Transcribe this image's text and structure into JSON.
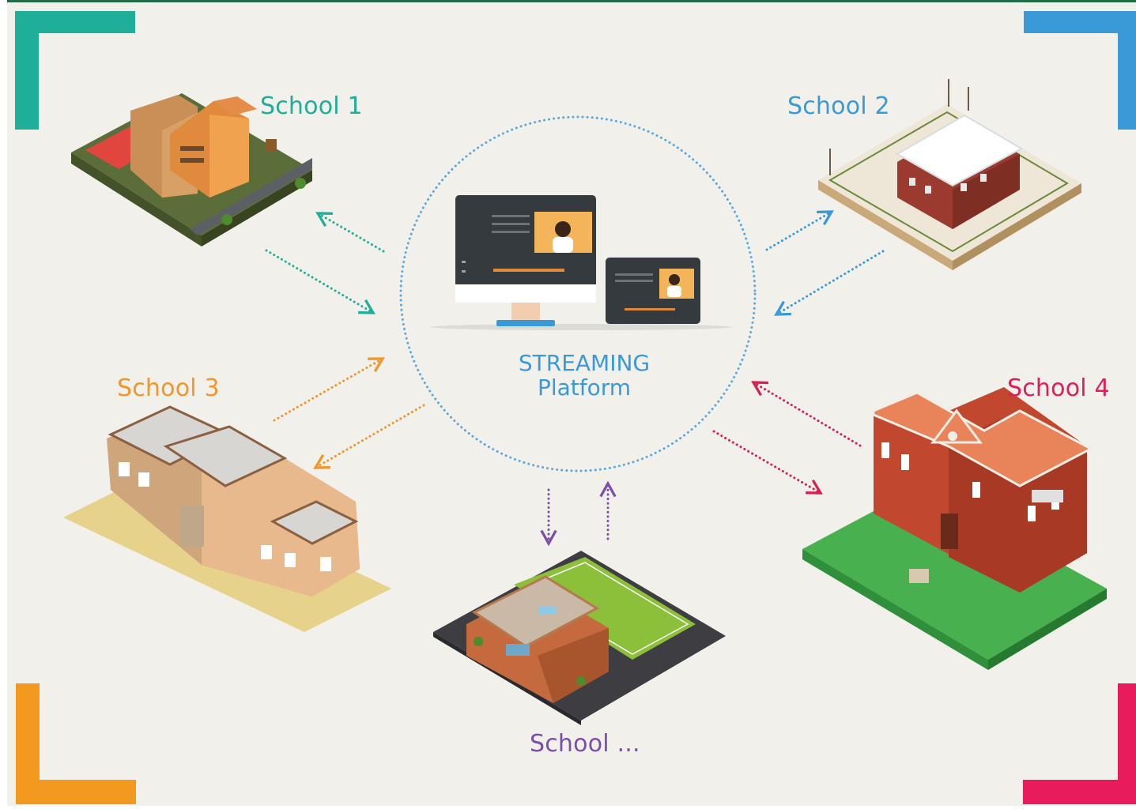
{
  "colors": {
    "background": "#f1f0ea",
    "top_bar": "#1f6b45",
    "school1": "#1fae98",
    "school2": "#3a9ad8",
    "school3": "#f0962a",
    "school4": "#e01c5b",
    "school_more": "#7a4eaa",
    "platform": "#3a9ad8",
    "corner_top_left": "#1fae98",
    "corner_top_right": "#3a9ad8",
    "corner_bottom_left": "#f39a1e",
    "corner_bottom_right": "#e81c5c"
  },
  "platform": {
    "line1": "STREAMING",
    "line2": "Platform",
    "icon": "monitor-and-tablet-illustration"
  },
  "schools": [
    {
      "label": "School 1",
      "icon": "school-building-illustration"
    },
    {
      "label": "School 2",
      "icon": "school-building-illustration"
    },
    {
      "label": "School 3",
      "icon": "school-building-illustration"
    },
    {
      "label": "School 4",
      "icon": "school-building-illustration"
    },
    {
      "label": "School ...",
      "icon": "school-building-illustration"
    }
  ]
}
